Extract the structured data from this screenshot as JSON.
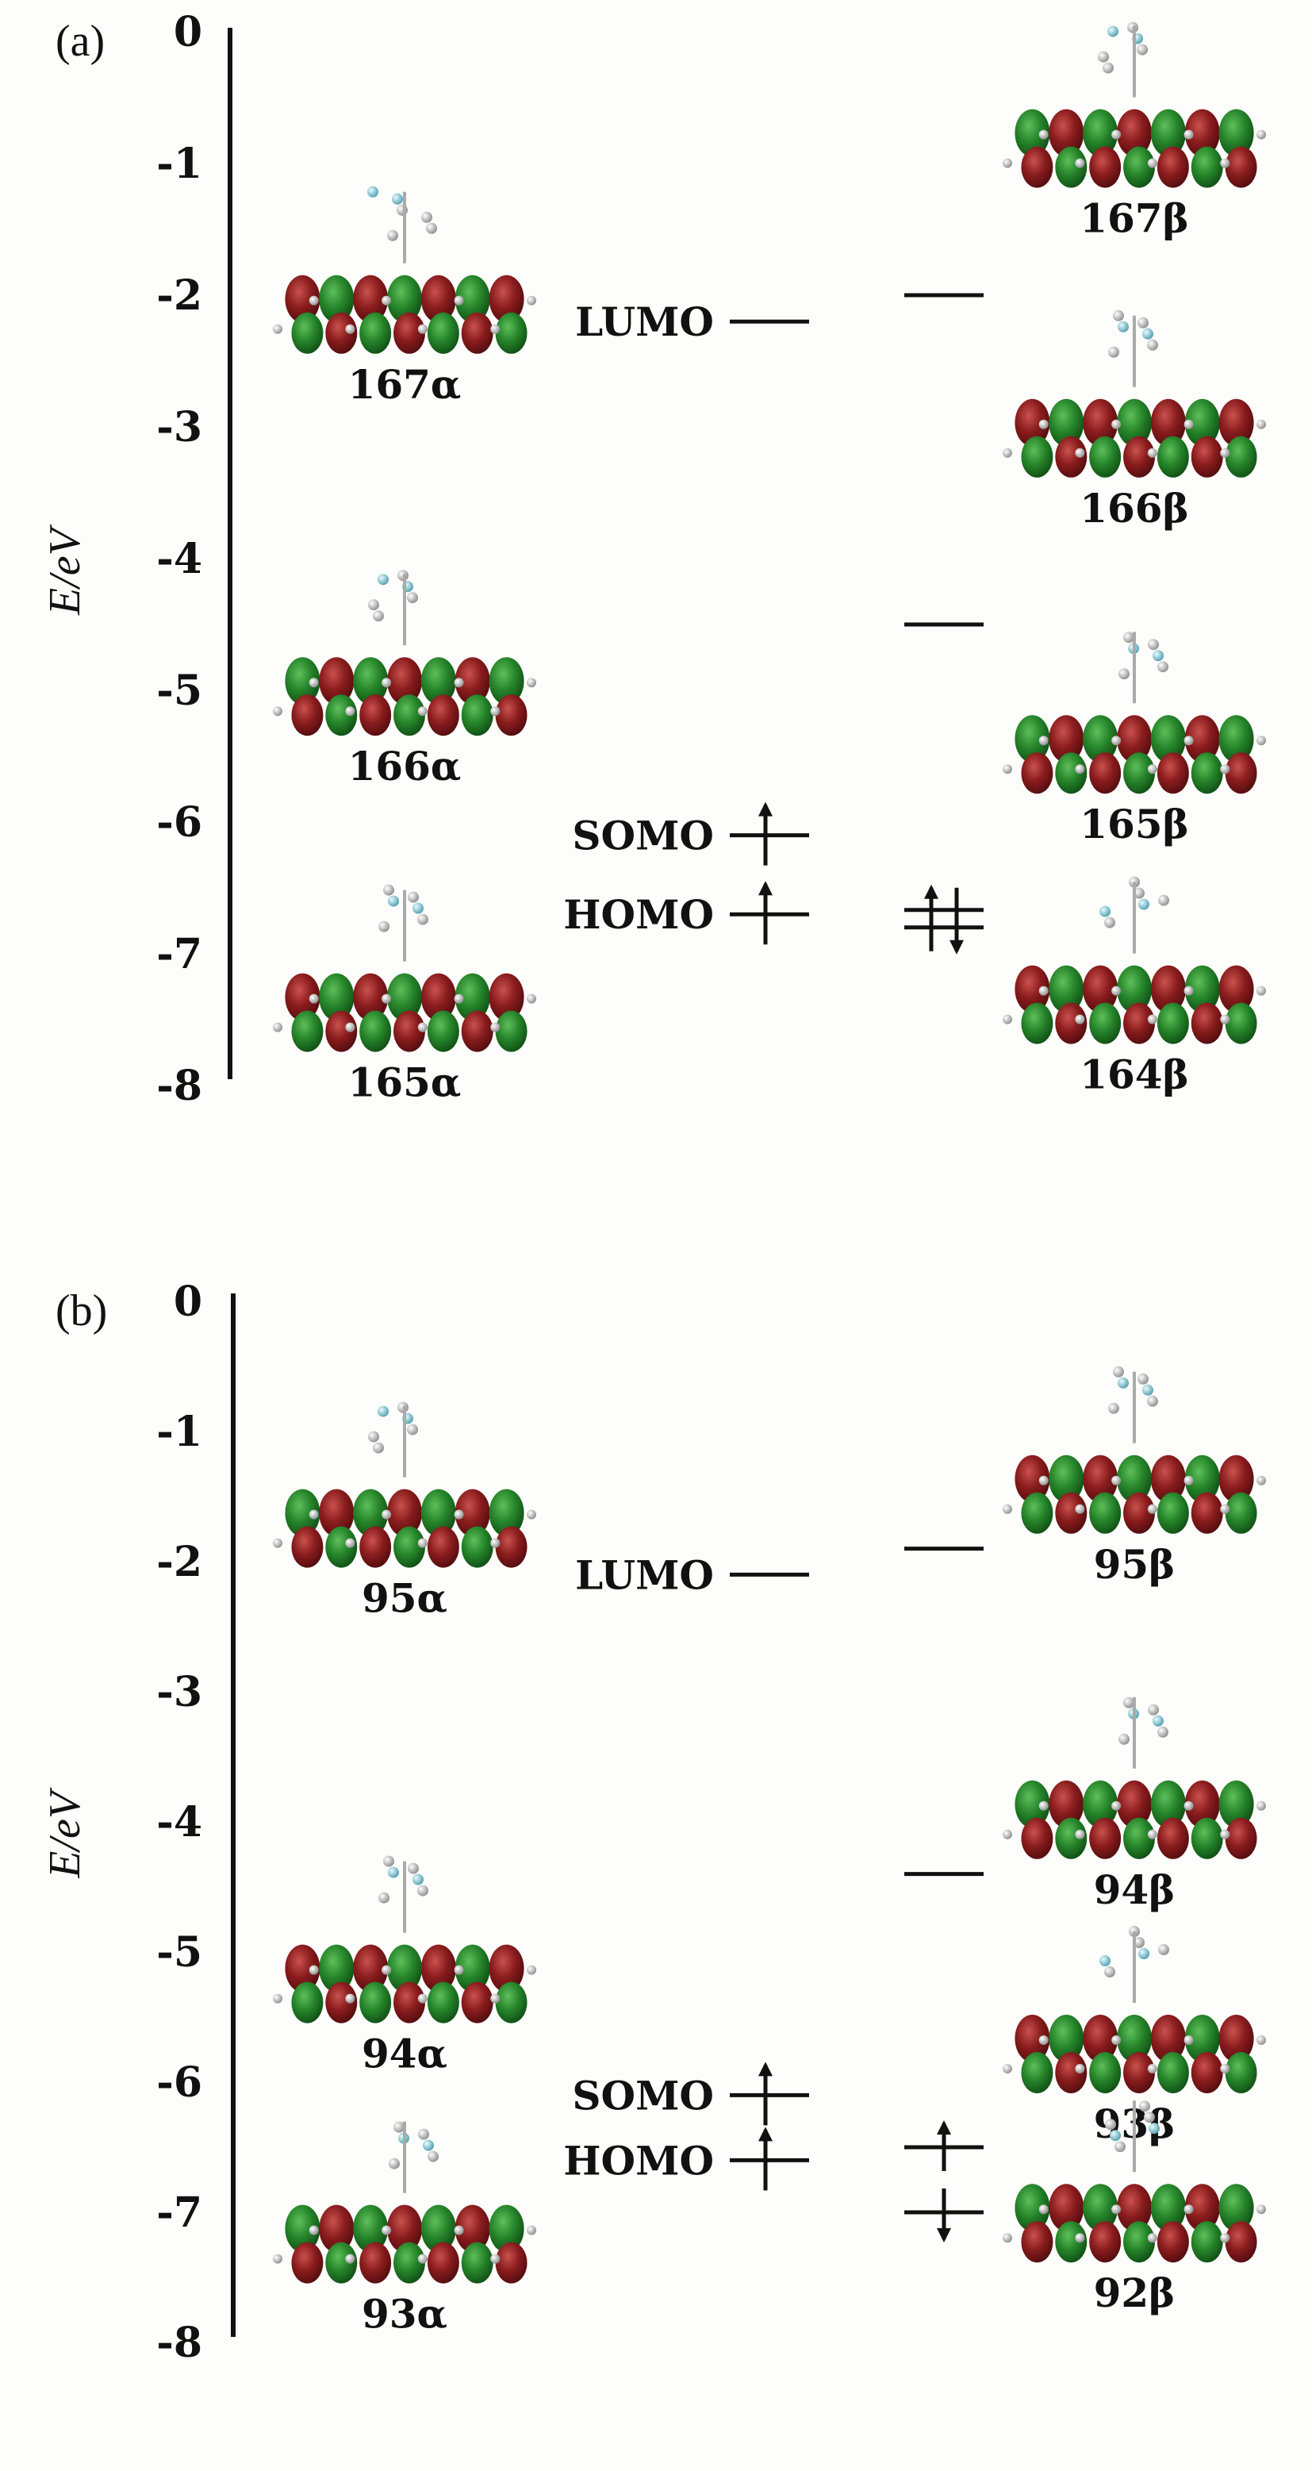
{
  "colors": {
    "lobe_red": "#7a1418",
    "lobe_green": "#1f7a22",
    "line": "#111111",
    "atom_gray": "#9a9a9a"
  },
  "panels": [
    {
      "label": "(a)",
      "ylabel": "E/eV",
      "ticks": [
        "0",
        "-1",
        "-2",
        "-3",
        "-4",
        "-5",
        "-6",
        "-7",
        "-8"
      ],
      "levels": [
        {
          "text": "LUMO",
          "energy": -2.2
        },
        {
          "text": "SOMO",
          "energy": -6.1
        },
        {
          "text": "HOMO",
          "energy": -6.7
        }
      ],
      "beta_levels": [
        {
          "energy": -2.0,
          "electrons": "none"
        },
        {
          "energy": -4.5,
          "electrons": "none"
        },
        {
          "energy": -6.8,
          "electrons": "pair"
        }
      ],
      "alpha_orbitals": [
        {
          "label": "167α",
          "energy": -2.3
        },
        {
          "label": "166α",
          "energy": -5.2
        },
        {
          "label": "165α",
          "energy": -7.6
        }
      ],
      "beta_orbitals": [
        {
          "label": "167β",
          "energy": -1.1
        },
        {
          "label": "166β",
          "energy": -3.3
        },
        {
          "label": "165β",
          "energy": -5.7
        },
        {
          "label": "164β",
          "energy": -7.6
        }
      ]
    },
    {
      "label": "(b)",
      "ylabel": "E/eV",
      "ticks": [
        "0",
        "-1",
        "-2",
        "-3",
        "-4",
        "-5",
        "-6",
        "-7",
        "-8"
      ],
      "levels": [
        {
          "text": "LUMO",
          "energy": -2.1
        },
        {
          "text": "SOMO",
          "energy": -6.1
        },
        {
          "text": "HOMO",
          "energy": -6.6
        }
      ],
      "beta_levels": [
        {
          "energy": -1.9,
          "electrons": "none"
        },
        {
          "energy": -4.4,
          "electrons": "none"
        },
        {
          "energy": -6.5,
          "electrons": "up"
        },
        {
          "energy": -7.0,
          "electrons": "down"
        }
      ],
      "alpha_orbitals": [
        {
          "label": "95α",
          "energy": -1.9
        },
        {
          "label": "94α",
          "energy": -5.4
        },
        {
          "label": "93α",
          "energy": -7.4
        }
      ],
      "beta_orbitals": [
        {
          "label": "95β",
          "energy": -1.7
        },
        {
          "label": "94β",
          "energy": -4.2
        },
        {
          "label": "93β",
          "energy": -6.0
        },
        {
          "label": "92β",
          "energy": -7.3
        }
      ]
    }
  ]
}
